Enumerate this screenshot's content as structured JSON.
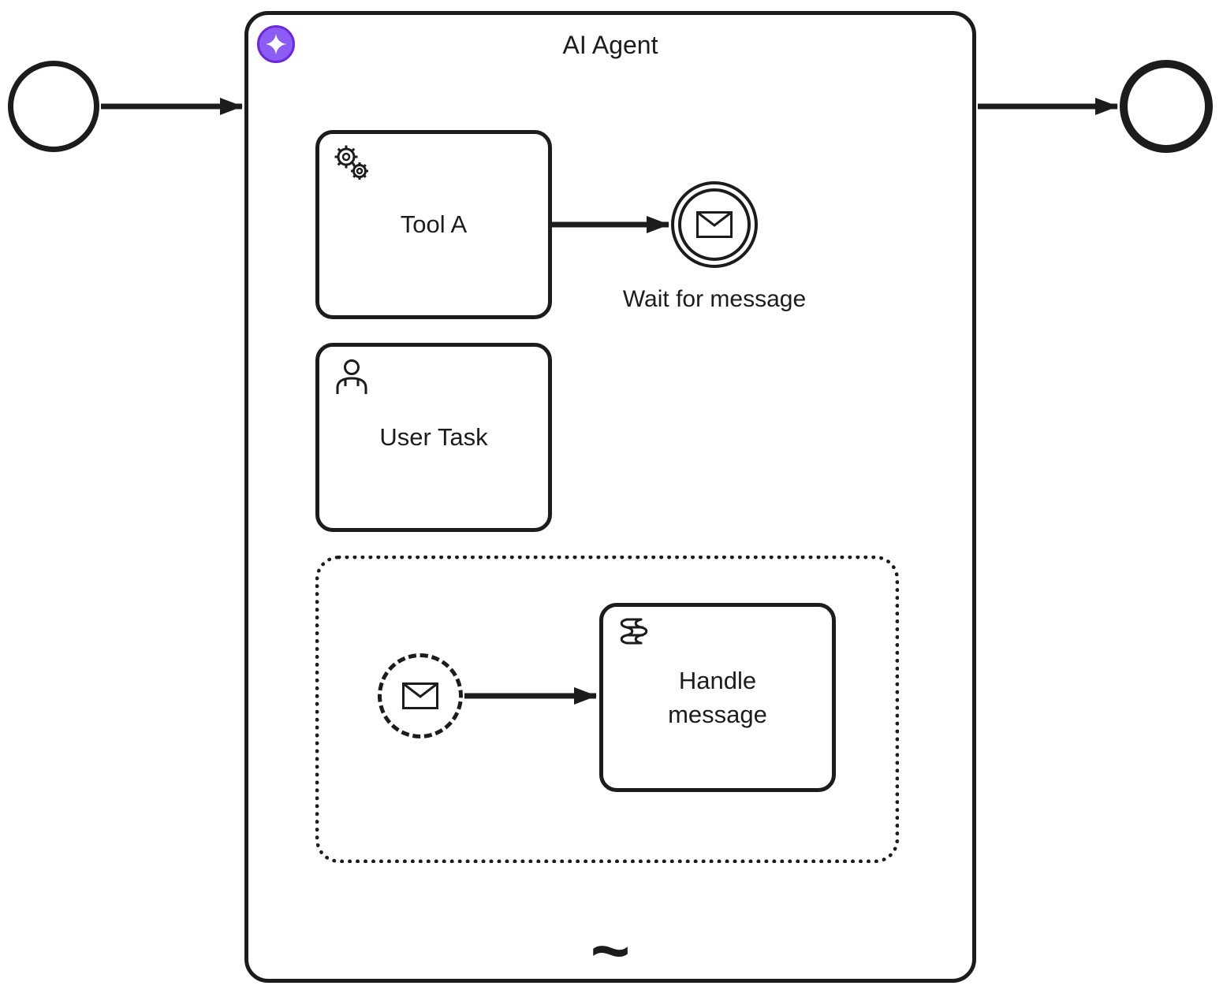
{
  "colors": {
    "stroke": "#1c1c1c",
    "canvas_background": "#ffffff",
    "badge_fill": "#8b5cf6",
    "badge_ring": "#6d28d9",
    "badge_star": "#ffffff"
  },
  "diagram": {
    "agent": {
      "title": "AI Agent",
      "adhoc_marker": "~",
      "badge_icon": "sparkle-icon"
    },
    "tasks": {
      "tool_a": {
        "label": "Tool A",
        "icon": "gears-icon"
      },
      "user_task": {
        "label": "User Task",
        "icon": "person-icon"
      },
      "handle_message": {
        "label": "Handle message",
        "icon": "script-icon"
      }
    },
    "events": {
      "wait_for_message": {
        "label": "Wait for message",
        "icon": "envelope-icon"
      },
      "message_start": {
        "icon": "envelope-icon"
      }
    }
  }
}
